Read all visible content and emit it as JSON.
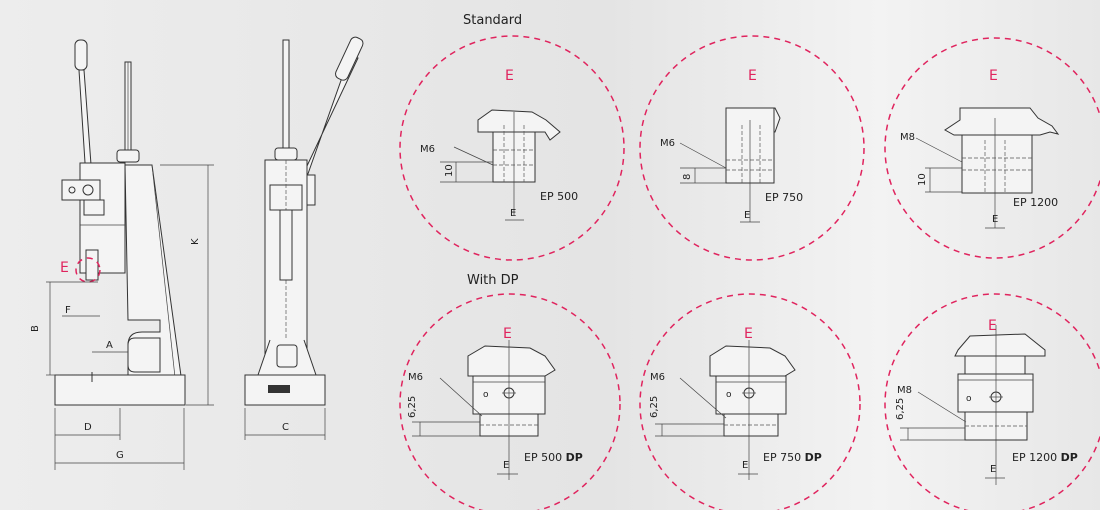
{
  "section_labels": {
    "standard": "Standard",
    "with_dp": "With DP"
  },
  "detail_marker": "E",
  "main_view": {
    "dims": {
      "a": "A",
      "b": "B",
      "d": "D",
      "f": "F",
      "g": "G",
      "k": "K"
    }
  },
  "side_view": {
    "dims": {
      "c": "C"
    }
  },
  "details": [
    {
      "thread": "M6",
      "height": "10",
      "width": "E",
      "model": "EP 500",
      "suffix": ""
    },
    {
      "thread": "M6",
      "height": "8",
      "width": "E",
      "model": "EP 750",
      "suffix": ""
    },
    {
      "thread": "M8",
      "height": "10",
      "width": "E",
      "model": "EP 1200",
      "suffix": ""
    },
    {
      "thread": "M6",
      "height": "6,25",
      "width": "E",
      "model": "EP 500",
      "suffix": "DP"
    },
    {
      "thread": "M6",
      "height": "6,25",
      "width": "E",
      "model": "EP 750",
      "suffix": "DP"
    },
    {
      "thread": "M8",
      "height": "6,25",
      "width": "E",
      "model": "EP 1200",
      "suffix": "DP"
    }
  ],
  "colors": {
    "accent": "#e0245e",
    "line": "#333333",
    "background": "#e9e9e9"
  }
}
